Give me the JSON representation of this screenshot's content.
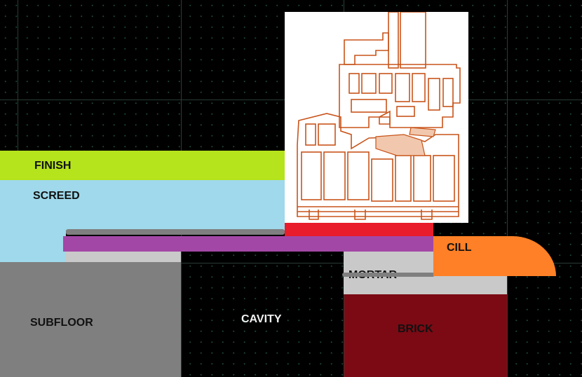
{
  "diagram": {
    "labels": {
      "finish": "FINISH",
      "screed": "SCREED",
      "cill": "CILL",
      "mortar": "MORTAR",
      "subfloor": "SUBFLOOR",
      "cavity": "CAVITY",
      "brick": "BRICK"
    },
    "colors": {
      "background": "#000000",
      "finish": "#b5e31c",
      "screed": "#9fd9eb",
      "membrane": "#a347a6",
      "dpc": "#e81c2a",
      "cill": "#ff8026",
      "mortar": "#c9c9c9",
      "subfloor": "#7f7f7f",
      "brick": "#7b0a14",
      "frame_outline": "#c8541a"
    }
  }
}
